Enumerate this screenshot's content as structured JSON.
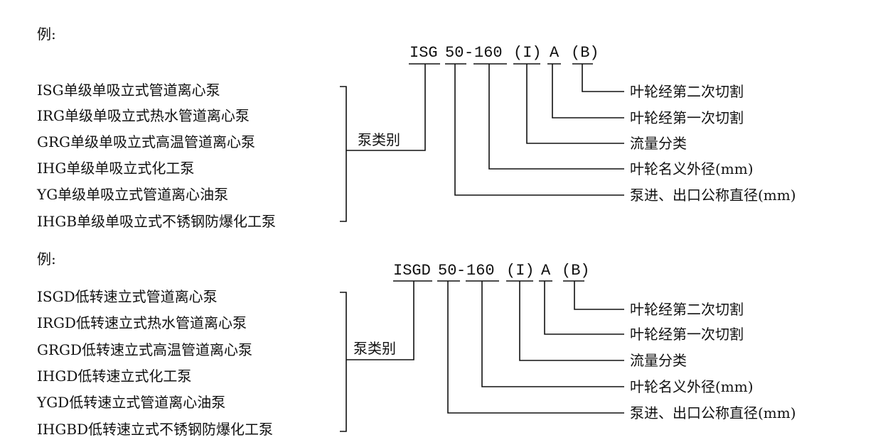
{
  "examples": [
    {
      "label": "例:",
      "types": [
        "ISG单级单吸立式管道离心泵",
        "IRG单级单吸立式热水管道离心泵",
        "GRG单级单吸立式高温管道离心泵",
        "IHG单级单吸立式化工泵",
        "YG单级单吸立式管道离心油泵",
        "IHGB单级单吸立式不锈钢防爆化工泵"
      ],
      "category_label": "泵类别",
      "code_parts": [
        "ISG",
        "50",
        "-",
        "160",
        "(I)",
        "A",
        "(B)"
      ],
      "descriptions": [
        "叶轮经第二次切割",
        "叶轮经第一次切割",
        "流量分类",
        "叶轮名义外径(mm)",
        "泵进、出口公称直径(mm)"
      ]
    },
    {
      "label": "例:",
      "types": [
        "ISGD低转速立式管道离心泵",
        "IRGD低转速立式热水管道离心泵",
        "GRGD低转速立式高温管道离心泵",
        "IHGD低转速立式化工泵",
        "YGD低转速立式管道离心油泵",
        "IHGBD低转速立式不锈钢防爆化工泵"
      ],
      "category_label": "泵类别",
      "code_parts": [
        "ISGD",
        "50",
        "-",
        "160",
        "(I)",
        "A",
        "(B)"
      ],
      "descriptions": [
        "叶轮经第二次切割",
        "叶轮经第一次切割",
        "流量分类",
        "叶轮名义外径(mm)",
        "泵进、出口公称直径(mm)"
      ]
    }
  ]
}
